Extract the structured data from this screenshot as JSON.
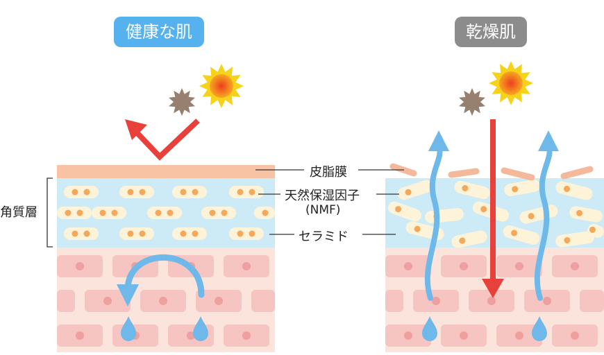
{
  "titles": {
    "healthy": "健康な肌",
    "dry": "乾燥肌"
  },
  "labels": {
    "sebum": "皮脂膜",
    "nmf": "天然保湿因子",
    "nmf_sub": "(NMF)",
    "ceramide": "セラミド",
    "stratum_corneum": "角質層"
  },
  "colors": {
    "healthy_title_bg": "#56b2ef",
    "dry_title_bg": "#8c8c8c",
    "sebum": "#f8c3a5",
    "stratum": "#cdeaf7",
    "corneocyte": "#fdf3d8",
    "nucleus": "#f4a85c",
    "skin_base": "#fbe4dc",
    "cell": "#f6c4c1",
    "cell_nucleus": "#ee9fa0",
    "water": "#6fb9ea",
    "arrow_red": "#e8413c",
    "sun_outer": "#f7d21a",
    "sun_inner": "#ee5a24",
    "dust": "#97806f"
  },
  "icons": [
    "sun-icon",
    "dust-particle-icon",
    "water-drop-icon",
    "arrow-icon"
  ]
}
